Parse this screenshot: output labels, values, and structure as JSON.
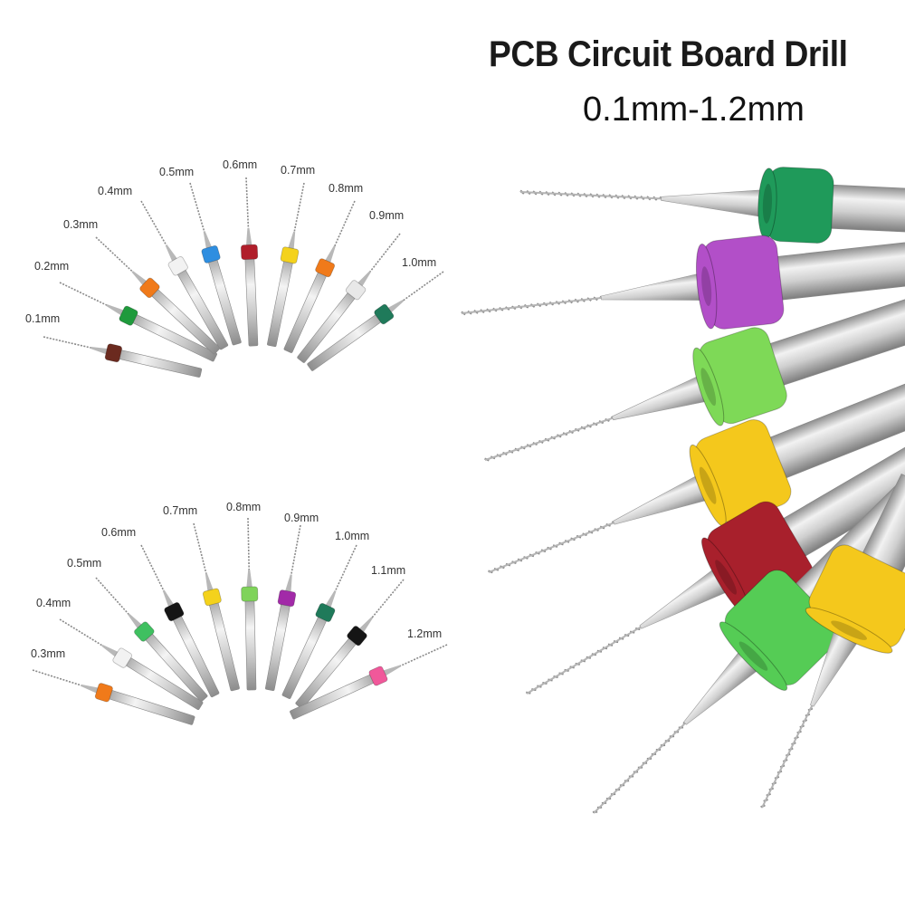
{
  "title": "PCB Circuit Board Drill",
  "subtitle": "0.1mm-1.2mm",
  "set1": {
    "labels": [
      "0.1mm",
      "0.2mm",
      "0.3mm",
      "0.4mm",
      "0.5mm",
      "0.6mm",
      "0.7mm",
      "0.8mm",
      "0.9mm",
      "1.0mm"
    ],
    "ring_colors": [
      "#6b2a1f",
      "#1f9a3c",
      "#f07a1a",
      "#f2f2f2",
      "#2e8ee0",
      "#b01e2a",
      "#f4d21c",
      "#f07a1a",
      "#e8e8e8",
      "#1f7a5a"
    ]
  },
  "set2": {
    "labels": [
      "0.3mm",
      "0.4mm",
      "0.5mm",
      "0.6mm",
      "0.7mm",
      "0.8mm",
      "0.9mm",
      "1.0mm",
      "1.1mm",
      "1.2mm"
    ],
    "ring_colors": [
      "#f07a1a",
      "#f2f2f2",
      "#3fc060",
      "#151515",
      "#f4d21c",
      "#7fd35a",
      "#a22aa8",
      "#1f7a5a",
      "#151515",
      "#f0589a"
    ]
  },
  "closeup": {
    "ring_colors": [
      "#1f9a5a",
      "#b24fc8",
      "#7ed957",
      "#f4c81c",
      "#a8202c",
      "#55cc55",
      "#f4c81c"
    ]
  }
}
